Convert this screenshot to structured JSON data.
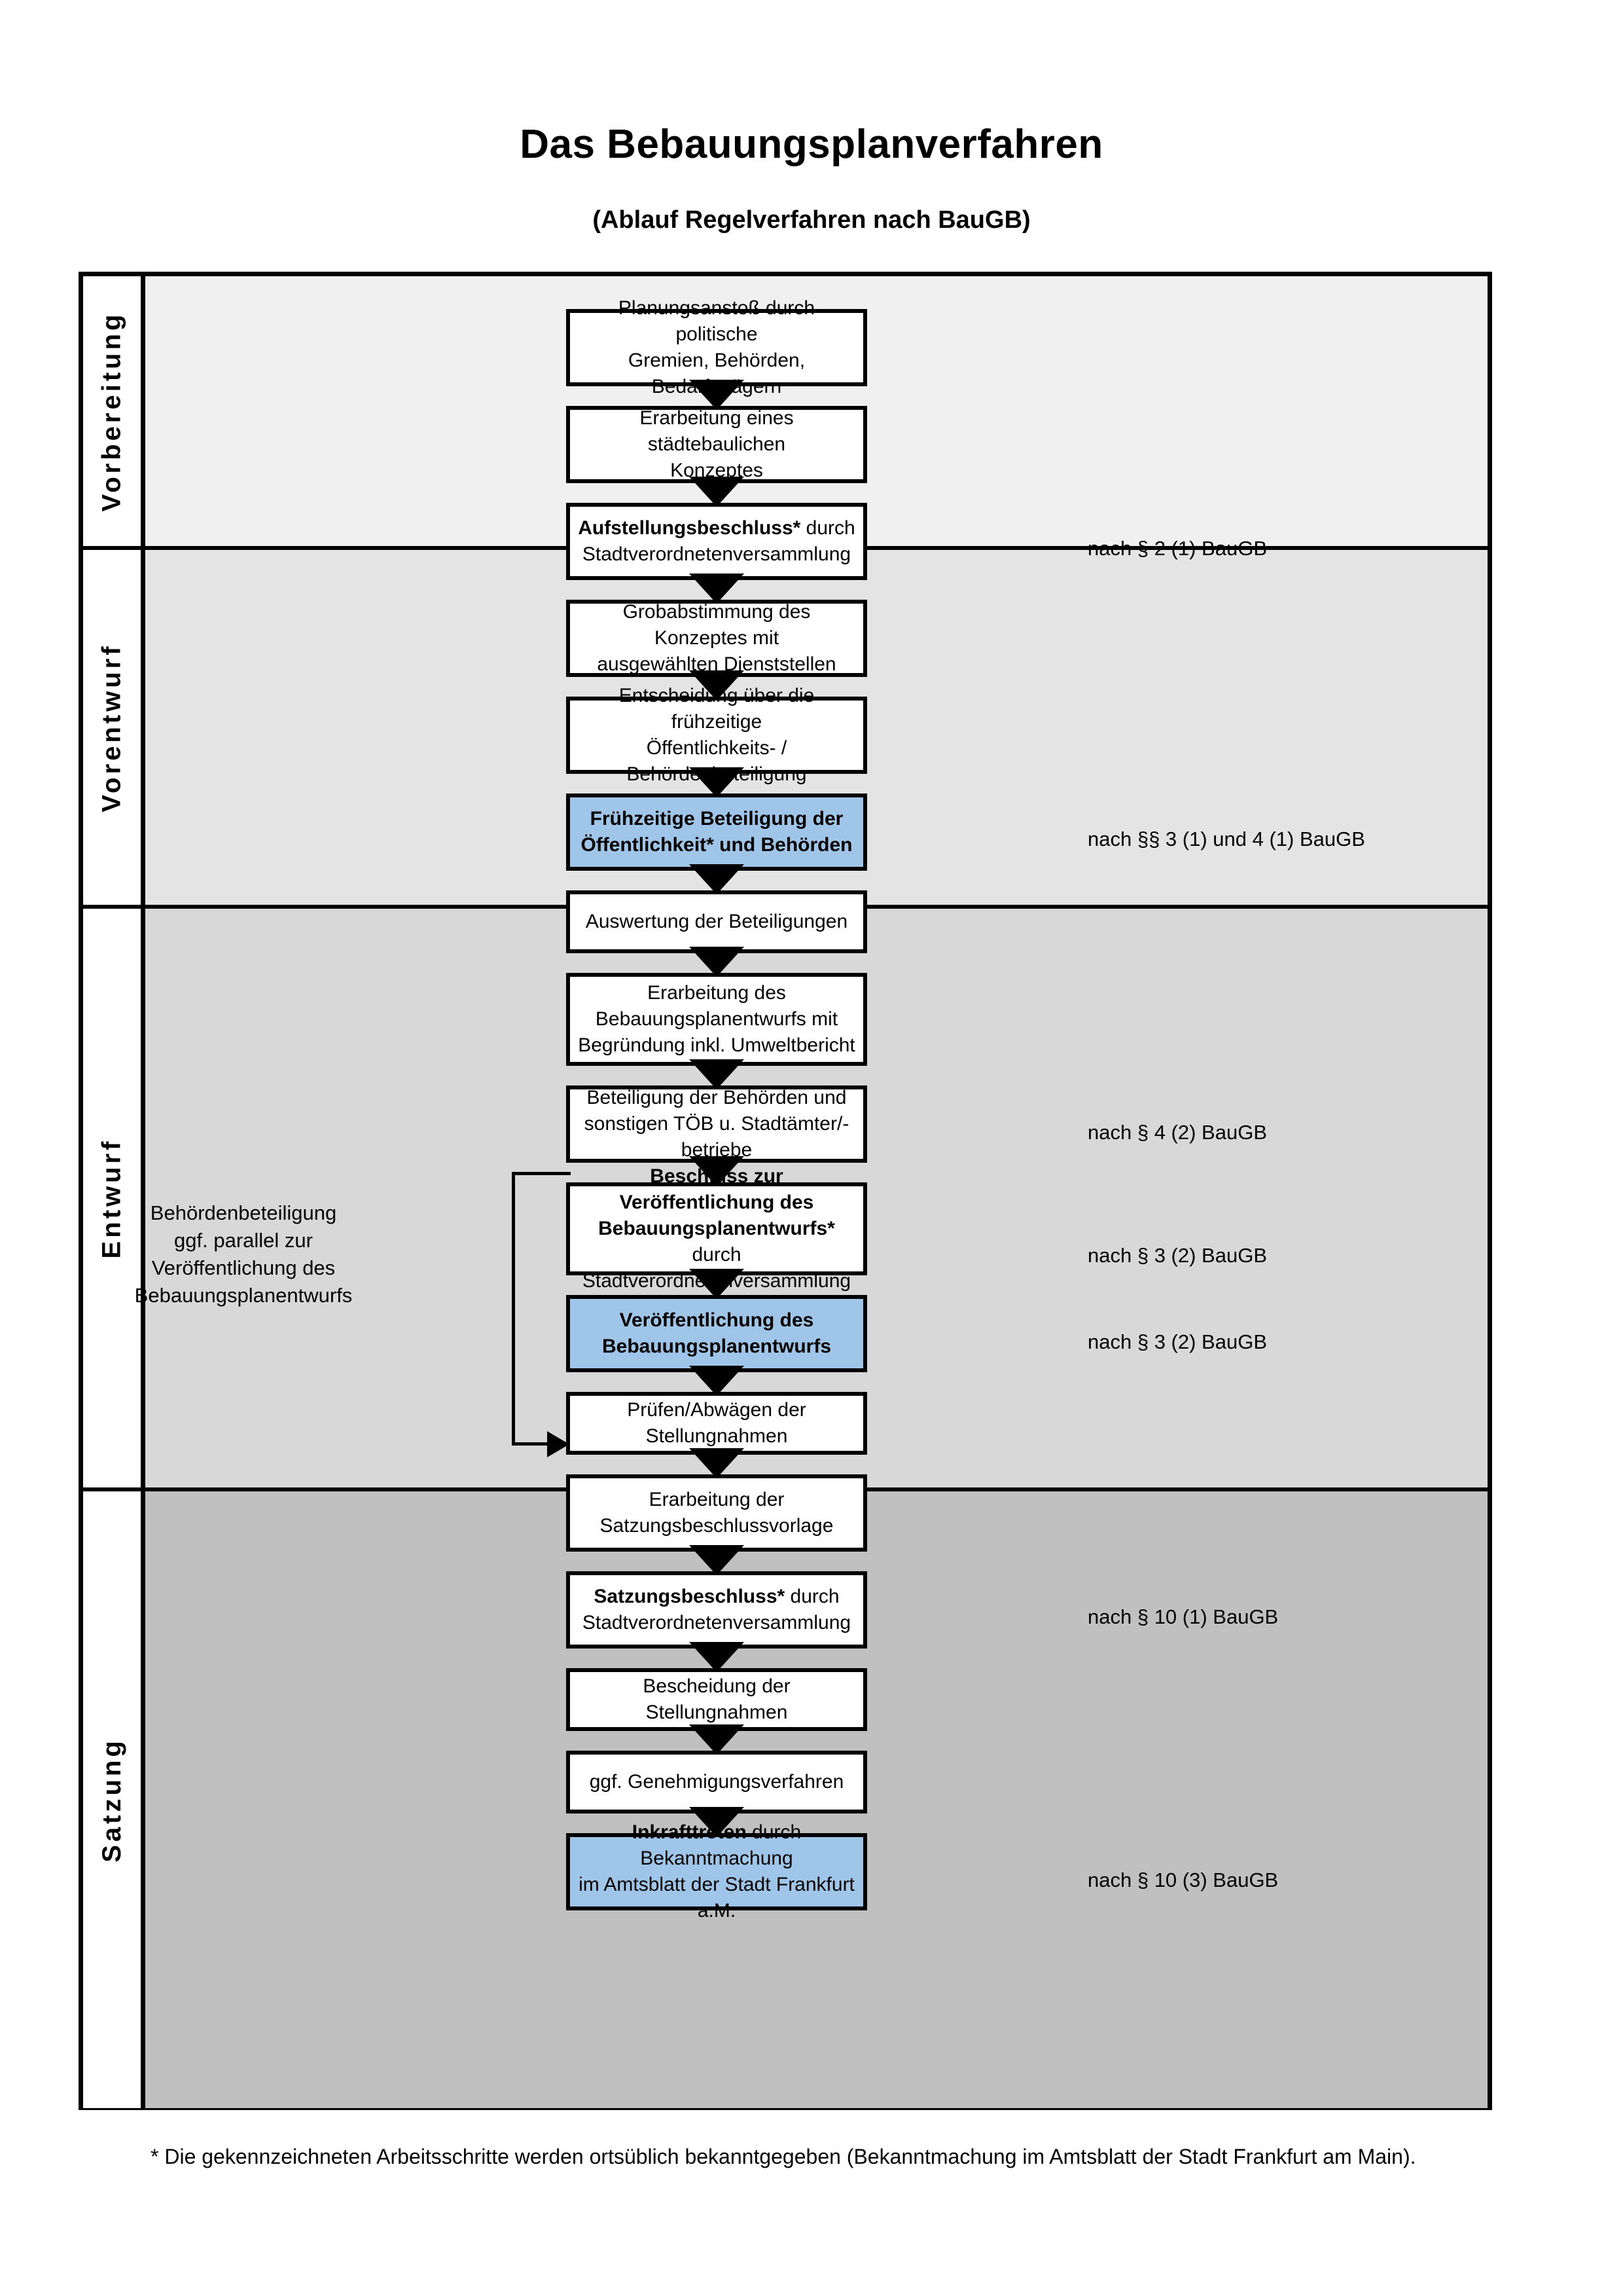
{
  "header": {
    "title": "Das Bebauungsplanverfahren",
    "subtitle": "(Ablauf Regelverfahren nach BauGB)"
  },
  "phases": [
    {
      "id": "vorbereitung",
      "label": "Vorbereitung"
    },
    {
      "id": "vorentwurf",
      "label": "Vorentwurf"
    },
    {
      "id": "entwurf",
      "label": "Entwurf"
    },
    {
      "id": "satzung",
      "label": "Satzung"
    }
  ],
  "steps": [
    {
      "id": "planungsanstoss",
      "phase": "vorbereitung",
      "highlight": false,
      "lines": [
        {
          "text": "Planungsanstoß durch politische",
          "bold": false
        },
        {
          "text": "Gremien, Behörden, Bedarfsträgern",
          "bold": false
        }
      ]
    },
    {
      "id": "staedtebauliches-konzept",
      "phase": "vorbereitung",
      "highlight": false,
      "lines": [
        {
          "text": "Erarbeitung eines städtebaulichen",
          "bold": false
        },
        {
          "text": "Konzeptes",
          "bold": false
        }
      ]
    },
    {
      "id": "aufstellungsbeschluss",
      "phase": "vorbereitung",
      "highlight": false,
      "lines": [
        {
          "text": "Aufstellungsbeschluss*",
          "bold": true,
          "suffix": " durch"
        },
        {
          "text": "Stadtverordnetenversammlung",
          "bold": false
        }
      ]
    },
    {
      "id": "grobabstimmung",
      "phase": "vorentwurf",
      "highlight": false,
      "lines": [
        {
          "text": "Grobabstimmung des Konzeptes mit",
          "bold": false
        },
        {
          "text": "ausgewählten Dienststellen",
          "bold": false
        }
      ]
    },
    {
      "id": "entscheidung-fruehzeitige-beteiligung",
      "phase": "vorentwurf",
      "highlight": false,
      "lines": [
        {
          "text": "Entscheidung über die frühzeitige",
          "bold": false
        },
        {
          "text": "Öffentlichkeits- / Behördenbeteiligung",
          "bold": false
        }
      ]
    },
    {
      "id": "fruehzeitige-beteiligung",
      "phase": "vorentwurf",
      "highlight": true,
      "lines": [
        {
          "text": "Frühzeitige Beteiligung der",
          "bold": true
        },
        {
          "text": "Öffentlichkeit* und Behörden",
          "bold": true
        }
      ]
    },
    {
      "id": "auswertung-beteiligungen",
      "phase": "entwurf",
      "highlight": false,
      "lines": [
        {
          "text": "Auswertung der Beteiligungen",
          "bold": false
        }
      ]
    },
    {
      "id": "erarbeitung-bplan-entwurf",
      "phase": "entwurf",
      "highlight": false,
      "lines": [
        {
          "text": "Erarbeitung des",
          "bold": false
        },
        {
          "text": "Bebauungsplanentwurfs mit",
          "bold": false
        },
        {
          "text": "Begründung inkl. Umweltbericht",
          "bold": false
        }
      ]
    },
    {
      "id": "beteiligung-behoerden-toeb",
      "phase": "entwurf",
      "highlight": false,
      "lines": [
        {
          "text": "Beteiligung der Behörden und",
          "bold": false
        },
        {
          "text": "sonstigen TÖB u. Stadtämter/-betriebe",
          "bold": false
        }
      ]
    },
    {
      "id": "beschluss-veroeffentlichung",
      "phase": "entwurf",
      "highlight": false,
      "lines": [
        {
          "text": "Beschluss zur Veröffentlichung des",
          "bold": true
        },
        {
          "text": "Bebauungsplanentwurfs*",
          "bold": true,
          "suffix": " durch"
        },
        {
          "text": "Stadtverordnetenversammlung",
          "bold": false
        }
      ]
    },
    {
      "id": "veroeffentlichung-bplan-entwurf",
      "phase": "entwurf",
      "highlight": true,
      "lines": [
        {
          "text": "Veröffentlichung des",
          "bold": true
        },
        {
          "text": "Bebauungsplanentwurfs",
          "bold": true
        }
      ]
    },
    {
      "id": "pruefen-abwaegen",
      "phase": "satzung",
      "highlight": false,
      "lines": [
        {
          "text": "Prüfen/Abwägen der Stellungnahmen",
          "bold": false
        }
      ]
    },
    {
      "id": "erarbeitung-satzungsbeschlussvorlage",
      "phase": "satzung",
      "highlight": false,
      "lines": [
        {
          "text": "Erarbeitung der",
          "bold": false
        },
        {
          "text": "Satzungsbeschlussvorlage",
          "bold": false
        }
      ]
    },
    {
      "id": "satzungsbeschluss",
      "phase": "satzung",
      "highlight": false,
      "lines": [
        {
          "text": "Satzungsbeschluss*",
          "bold": true,
          "suffix": " durch"
        },
        {
          "text": "Stadtverordnetenversammlung",
          "bold": false
        }
      ]
    },
    {
      "id": "bescheidung-stellungnahmen",
      "phase": "satzung",
      "highlight": false,
      "lines": [
        {
          "text": "Bescheidung der Stellungnahmen",
          "bold": false
        }
      ]
    },
    {
      "id": "genehmigungsverfahren",
      "phase": "satzung",
      "highlight": false,
      "lines": [
        {
          "text": "ggf. Genehmigungsverfahren",
          "bold": false
        }
      ]
    },
    {
      "id": "inkrafttreten",
      "phase": "satzung",
      "highlight": true,
      "lines": [
        {
          "text": "Inkrafttreten",
          "bold": true,
          "suffix": " durch Bekanntmachung"
        },
        {
          "text": "im Amtsblatt der Stadt Frankfurt a.M.",
          "bold": false
        }
      ]
    }
  ],
  "law_refs": [
    {
      "id": "ref-2-1",
      "text": "nach § 2 (1) BauGB"
    },
    {
      "id": "ref-3-1-4-1",
      "text": "nach §§ 3 (1) und 4 (1) BauGB"
    },
    {
      "id": "ref-4-2",
      "text": "nach § 4 (2) BauGB"
    },
    {
      "id": "ref-3-2-a",
      "text": "nach § 3 (2) BauGB"
    },
    {
      "id": "ref-3-2-b",
      "text": "nach § 3 (2) BauGB"
    },
    {
      "id": "ref-10-1",
      "text": "nach § 10 (1) BauGB"
    },
    {
      "id": "ref-10-3",
      "text": "nach § 10 (3) BauGB"
    }
  ],
  "side_note": {
    "lines": [
      "Behördenbeteiligung",
      "ggf. parallel zur",
      "Veröffentlichung des",
      "Bebauungsplanentwurfs"
    ]
  },
  "footnote": {
    "text": "* Die gekennzeichneten Arbeitsschritte werden ortsüblich bekanntgegeben (Bekanntmachung im Amtsblatt  der Stadt Frankfurt am Main)."
  },
  "colors": {
    "highlight": "#9FC5E8",
    "band_vorbereitung": "#F0F0F0",
    "band_vorentwurf": "#E4E4E4",
    "band_entwurf": "#D8D8D8",
    "band_satzung": "#C0C0C0",
    "line": "#000000"
  }
}
